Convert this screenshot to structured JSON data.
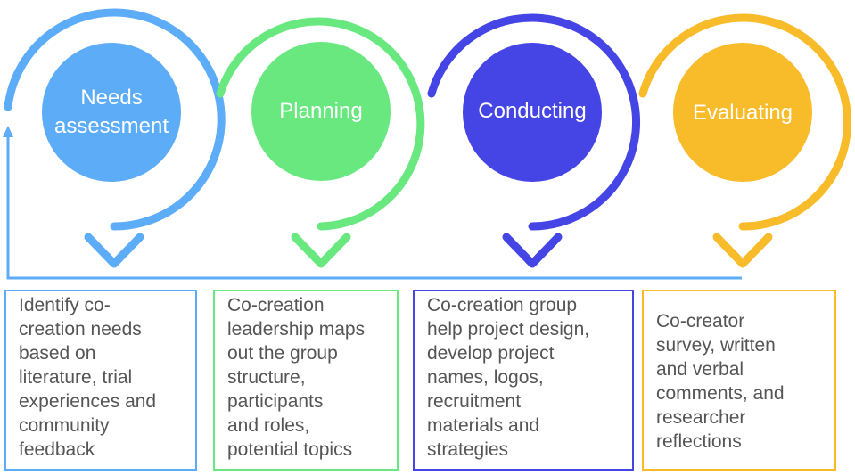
{
  "stages": [
    {
      "label": [
        "Needs",
        "assessment"
      ],
      "color": "#5cacf7",
      "description": [
        "Identify co-",
        "creation needs",
        "based on",
        "literature, trial",
        "experiences and",
        "community",
        "feedback"
      ]
    },
    {
      "label": [
        "Planning"
      ],
      "color": "#68e87f",
      "description": [
        "Co-creation",
        "leadership maps",
        "out the group",
        "structure,",
        "participants",
        "and roles,",
        "potential topics"
      ]
    },
    {
      "label": [
        "Conducting"
      ],
      "color": "#4545e6",
      "description": [
        "Co-creation group",
        "help project design,",
        "develop project",
        "names, logos,",
        "recruitment",
        "materials and",
        "strategies"
      ]
    },
    {
      "label": [
        "Evaluating"
      ],
      "color": "#f8bb2a",
      "description": [
        "Co-creator",
        "survey, written",
        "and verbal",
        "comments, and",
        "researcher",
        "reflections"
      ]
    }
  ],
  "feedback_loop_color": "#5cacf7"
}
